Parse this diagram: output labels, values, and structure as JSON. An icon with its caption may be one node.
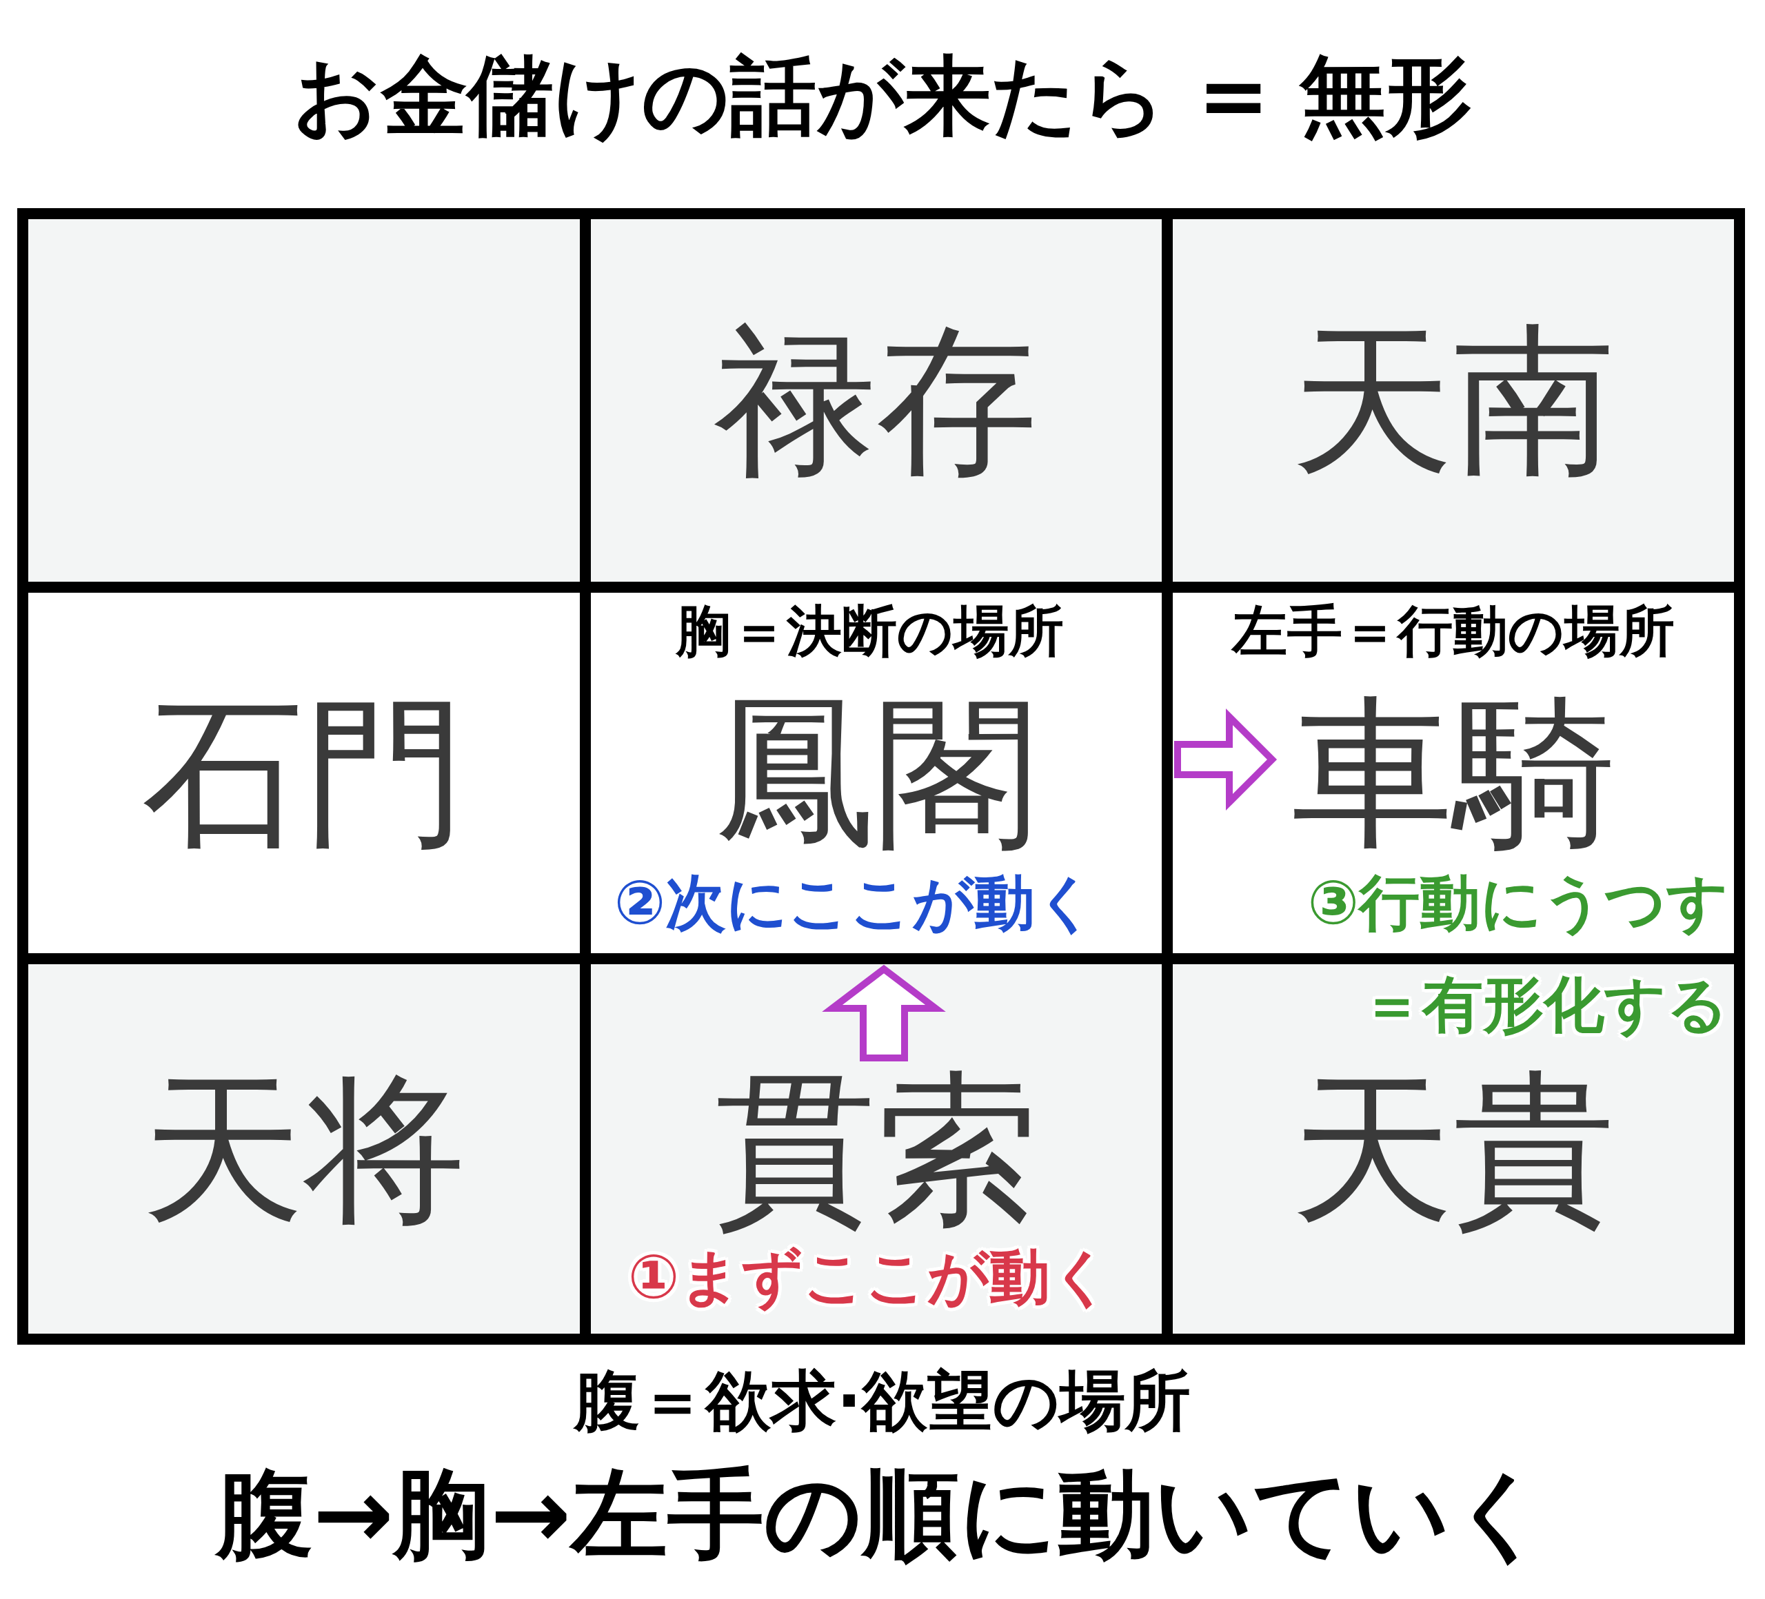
{
  "diagram": {
    "title": "お金儲けの話が来たら = 無形",
    "caption": "腹→胸→左手の順に動いていく",
    "nodes": [
      {
        "text": [],
        "shape": "box"
      },
      {
        "text": [
          "禄存"
        ]
      },
      {
        "text": [
          "天南"
        ]
      },
      {
        "text": [
          "石門"
        ]
      },
      {
        "text": [
          "鳳閣"
        ]
      },
      {
        "text": [
          "車騎"
        ]
      },
      {
        "text": [
          "天将"
        ]
      },
      {
        "text": [
          "貫索"
        ]
      },
      {
        "text": [
          "天貴"
        ]
      }
    ],
    "edges": [
      {
        "from": 7,
        "to": 4,
        "arrow": "to"
      },
      {
        "from": 4,
        "to": 5,
        "arrow": "to"
      }
    ],
    "labels": [
      "胸＝決断の場所",
      "左手＝行動の場所",
      "②次にここが動く",
      "③行動にうつす",
      "＝有形化する",
      "①まずここが動く",
      "腹＝欲求·欲望の場所"
    ]
  }
}
